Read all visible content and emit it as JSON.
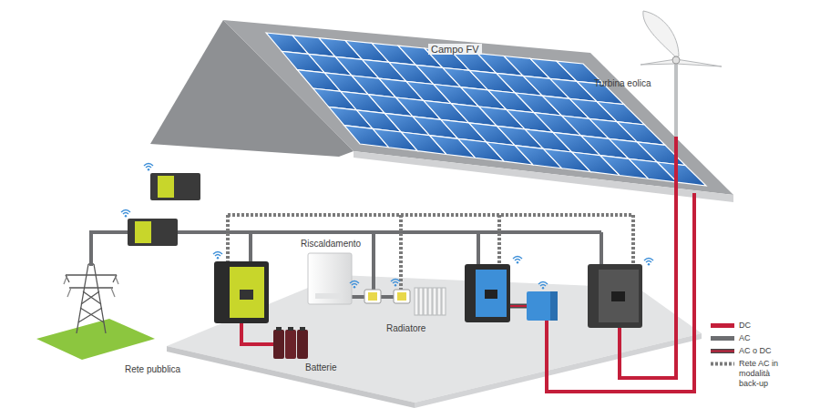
{
  "diagram": {
    "labels": [
      "Campo FV",
      "Turbina eolica",
      "Riscaldamento",
      "Radiatore",
      "Batterie",
      "Rete pubblica"
    ],
    "legend": [
      {
        "text": "DC",
        "color": "#c41e3a"
      },
      {
        "text": "AC",
        "color": "#6d6e71"
      },
      {
        "text": "AC o DC"
      },
      {
        "text": "Rete AC in modalità back-up"
      }
    ]
  }
}
